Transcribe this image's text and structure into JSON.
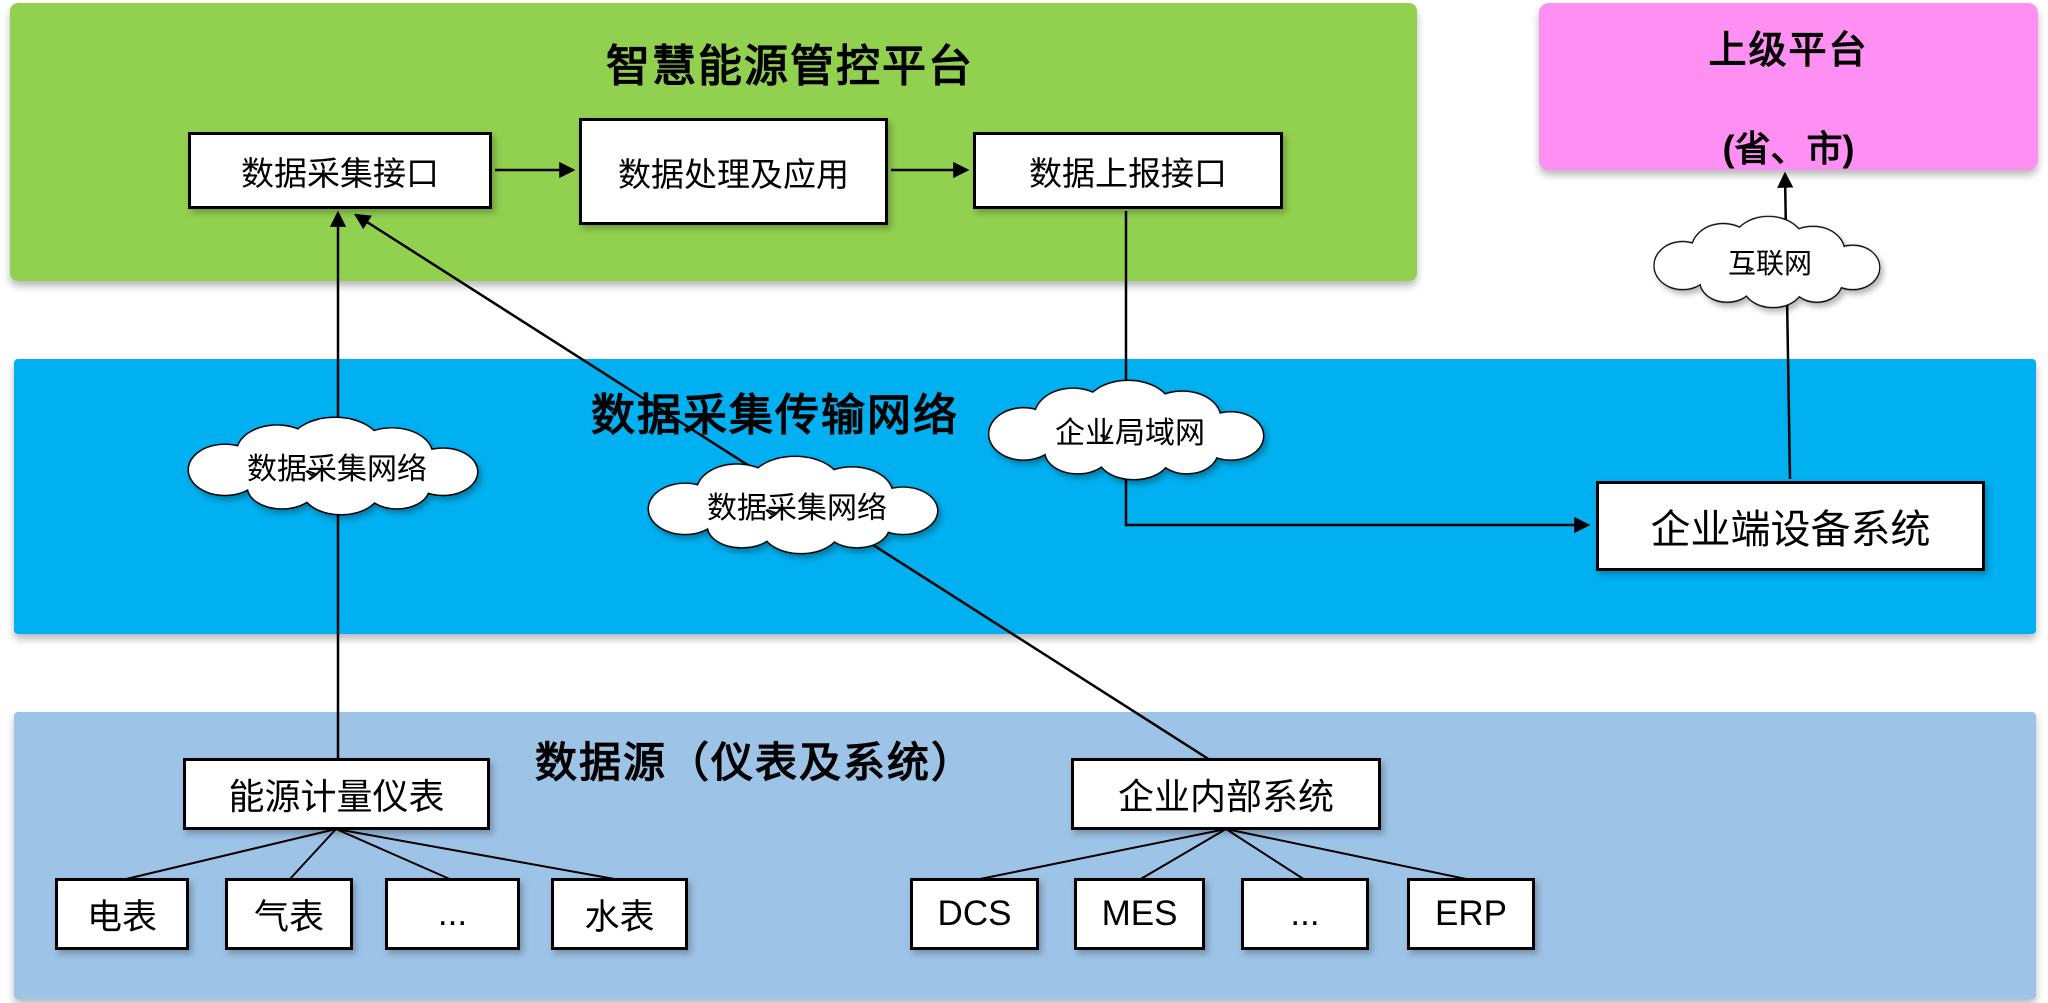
{
  "platform": {
    "title": "智慧能源管控平台",
    "nodes": {
      "collect": "数据采集接口",
      "process": "数据处理及应用",
      "report": "数据上报接口"
    }
  },
  "upper_platform": {
    "title": "上级平台",
    "subtitle": "(省、市)"
  },
  "network_layer": {
    "title": "数据采集传输网络",
    "clouds": {
      "collect1": "数据采集网络",
      "collect2": "数据采集网络",
      "lan": "企业局域网",
      "internet": "互联网"
    },
    "device_system": "企业端设备系统"
  },
  "source_layer": {
    "title": "数据源（仪表及系统）",
    "meter_group": "能源计量仪表",
    "system_group": "企业内部系统",
    "meters": [
      "电表",
      "气表",
      "...",
      "水表"
    ],
    "systems": [
      "DCS",
      "MES",
      "...",
      "ERP"
    ]
  },
  "colors": {
    "platform_green": "#92D050",
    "upper_pink": "#FF8FF2",
    "network_blue": "#00B0F0",
    "source_blue": "#9DC3E6"
  }
}
